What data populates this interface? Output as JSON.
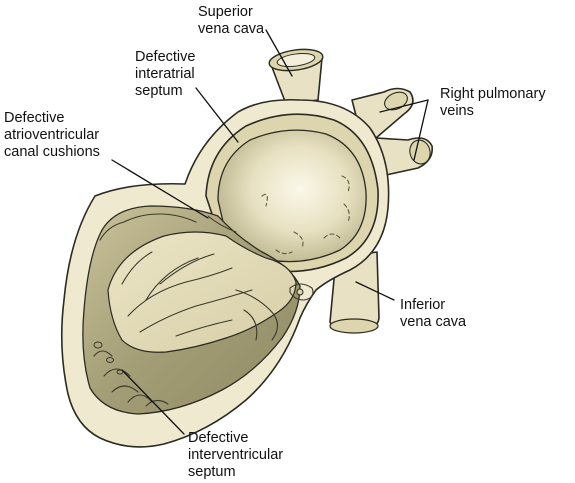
{
  "labels": {
    "superior_vena_cava": [
      "Superior",
      "vena cava"
    ],
    "defective_interatrial_septum": [
      "Defective",
      "interatrial",
      "septum"
    ],
    "defective_av_canal_cushions": [
      "Defective",
      "atrioventricular",
      "canal cushions"
    ],
    "right_pulmonary_veins": [
      "Right pulmonary",
      "veins"
    ],
    "inferior_vena_cava": [
      "Inferior",
      "vena cava"
    ],
    "defective_interventricular_septum": [
      "Defective",
      "interventricular",
      "septum"
    ]
  },
  "colors": {
    "tissue_light": "#efe9d0",
    "tissue_mid": "#ddd5ae",
    "tissue_dark": "#a6a079",
    "chamber_shadow": "#8d8862",
    "line": "#2b2b22",
    "text": "#111111"
  }
}
